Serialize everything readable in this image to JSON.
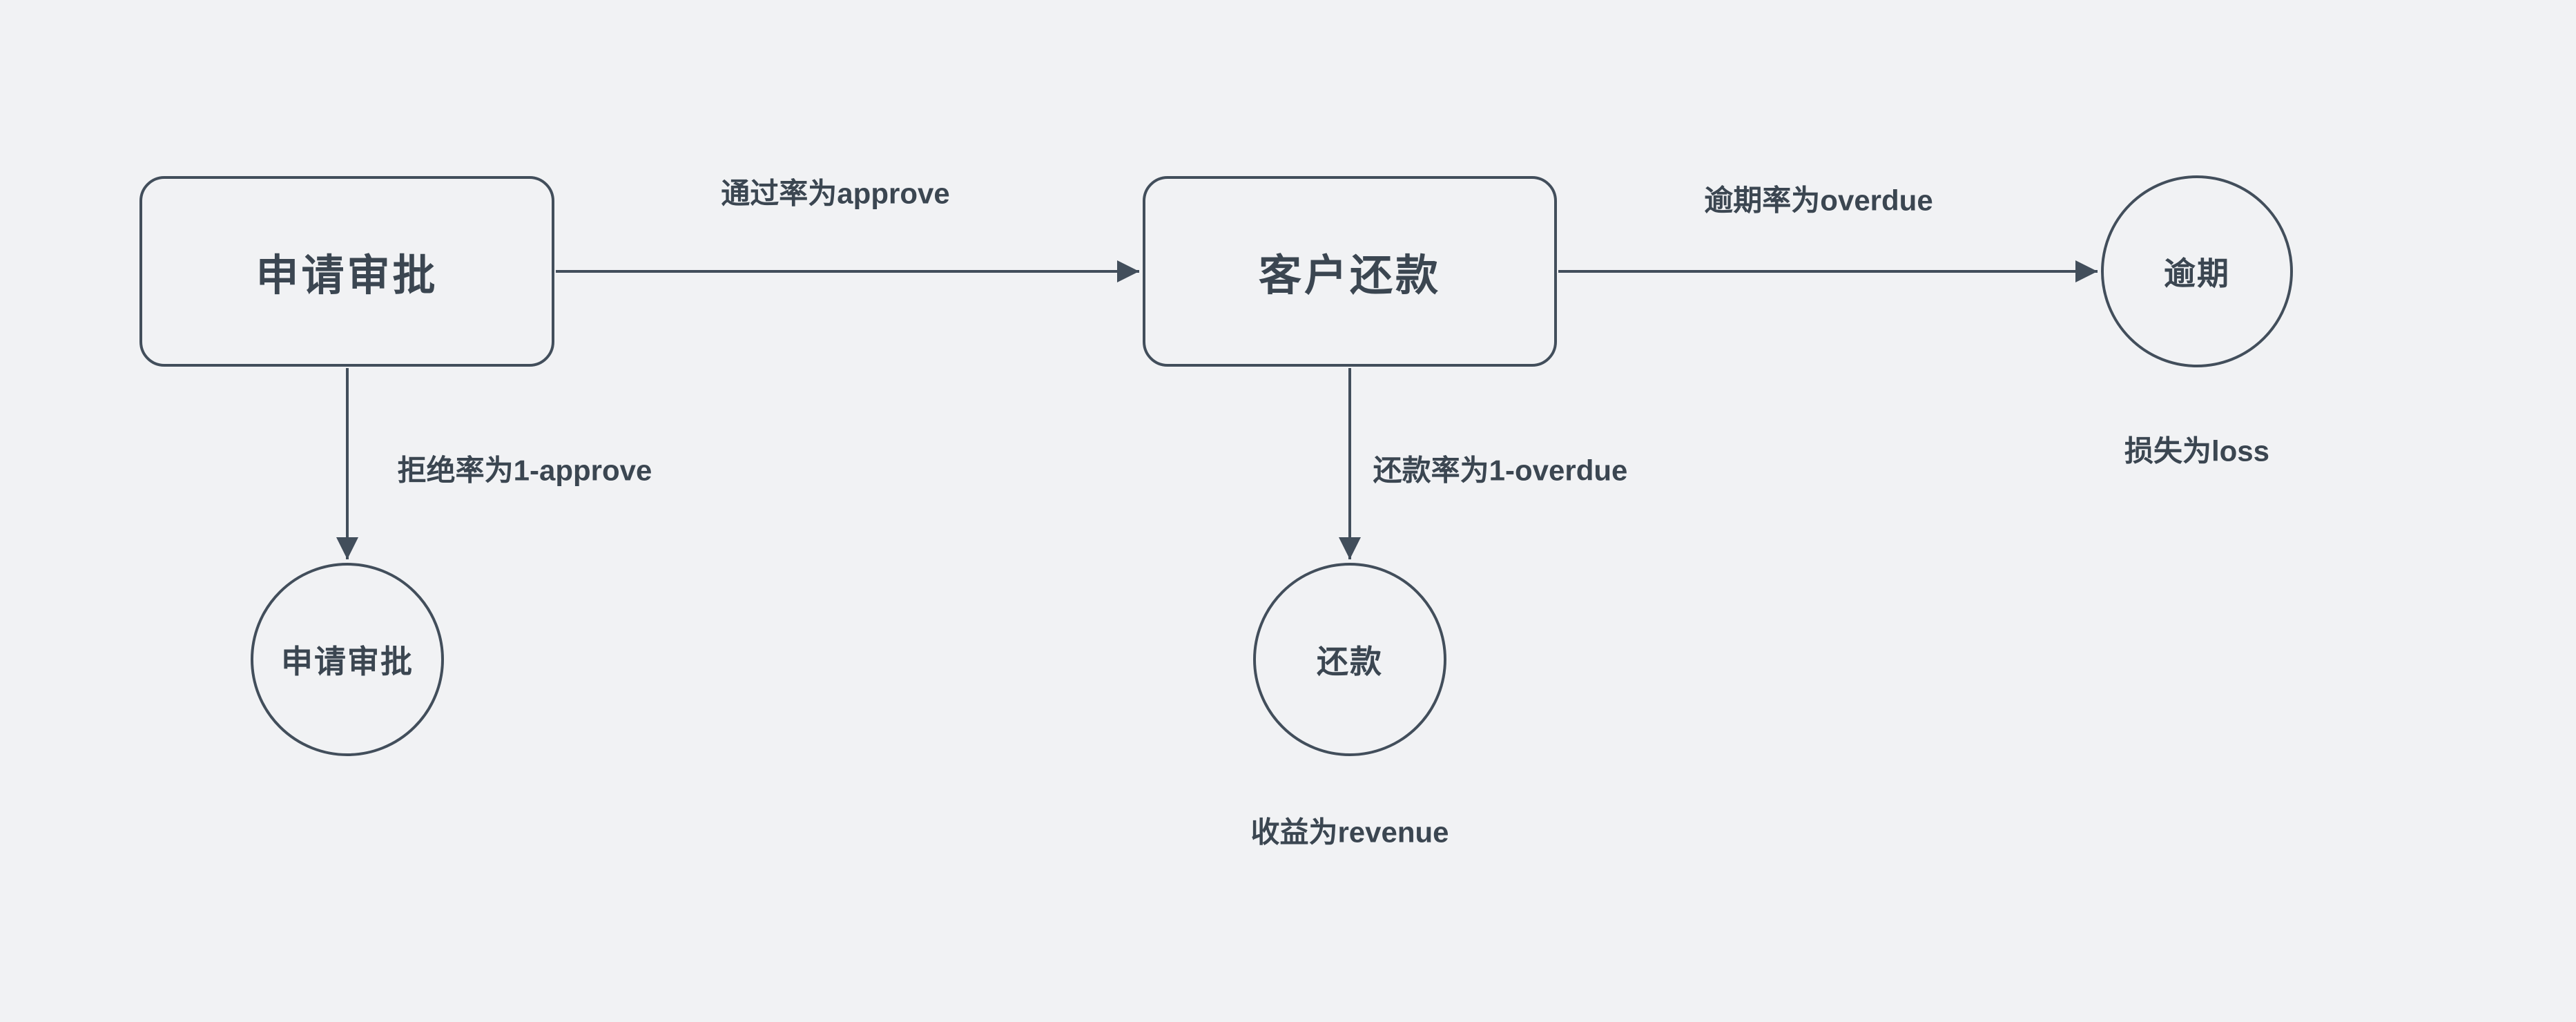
{
  "diagram": {
    "background_color": "#f1f2f4",
    "stroke_color": "#424e5b",
    "text_color": "#3b4651",
    "nodes": {
      "approval_box": {
        "label": "申请审批",
        "shape": "rounded-rect"
      },
      "repayment_box": {
        "label": "客户还款",
        "shape": "rounded-rect"
      },
      "overdue_circle": {
        "label": "逾期",
        "shape": "circle"
      },
      "reject_circle": {
        "label": "申请审批",
        "shape": "circle"
      },
      "repay_circle": {
        "label": "还款",
        "shape": "circle"
      }
    },
    "edge_labels": {
      "approve_rate": "通过率为approve",
      "overdue_rate": "逾期率为overdue",
      "reject_rate": "拒绝率为1-approve",
      "repay_rate": "还款率为1-overdue"
    },
    "annotations": {
      "loss": "损失为loss",
      "revenue": "收益为revenue"
    }
  }
}
